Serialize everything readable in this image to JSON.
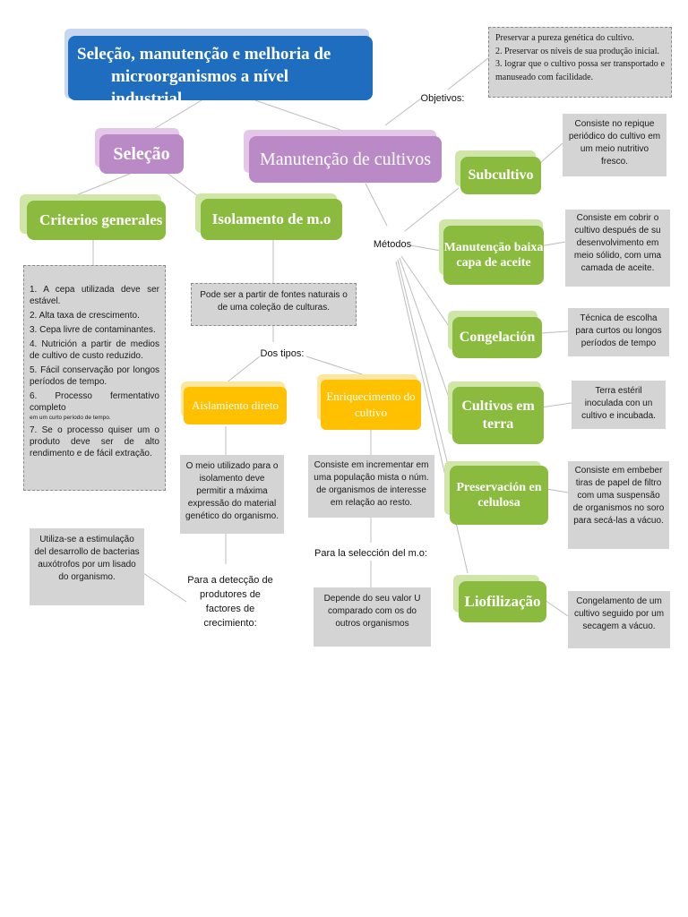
{
  "title": {
    "line1": "Seleção, manutenção e melhoria de",
    "line2": "microorganismos a nível industrial"
  },
  "selecao": "Seleção",
  "manutencao": "Manutenção de cultivos",
  "criterios": {
    "label": "Criterios generales",
    "items": [
      "1. A cepa utilizada deve ser estável.",
      "2. Alta taxa de crescimento.",
      "3. Cepa livre de contaminantes.",
      "4. Nutrición a partir de medios de cultivo de custo reduzido.",
      "5. Fácil conservação por longos períodos de tempo.",
      "6. Processo fermentativo completo",
      "em um curto período de tempo.",
      "7. Se o processo quiser um o produto deve ser de alto rendimento e de fácil extração."
    ]
  },
  "isolamento": {
    "label": "Isolamento de m.o",
    "note": "Pode ser a partir de fontes naturais o de uma coleção de culturas.",
    "dos_tipos": "Dos tipos:",
    "direto": {
      "label": "Aislamiento direto",
      "note": "O meio utilizado para o isolamento deve permitir a máxima expressão do material genético do organismo.",
      "deteccao": "Para a detecção de produtores de factores de crecimiento:",
      "estimulacao": "Utiliza-se a estimulação del desarrollo de bacterias auxótrofos por um lisado do organismo."
    },
    "enriquecimento": {
      "label": "Enriquecimento do cultivo",
      "note": "Consiste em incrementar em uma população mista o núm. de organismos de interesse em relação ao resto.",
      "selection": "Para la selección del m.o:",
      "depende": "Depende do seu valor U comparado com os do outros organismos"
    }
  },
  "objetivos": {
    "label": "Objetivos:",
    "items": [
      "Preservar a pureza genética do cultivo.",
      "2. Preservar os níveis de sua produção inicial.",
      "3. lograr que o cultivo possa ser transportado e manuseado com facilidade."
    ]
  },
  "metodos": {
    "label": "Métodos",
    "items": [
      {
        "label": "Subcultivo",
        "note": "Consiste no repique periódico do cultivo em um meio nutritivo fresco."
      },
      {
        "label": "Manutenção baixa capa de aceite",
        "note": "Consiste em cobrir o cultivo después de su desenvolvimento em meio sólido, com uma camada de aceite."
      },
      {
        "label": "Congelación",
        "note": "Técnica de escolha para curtos ou longos períodos de tempo"
      },
      {
        "label": "Cultivos em terra",
        "note": "Terra estéril inoculada con un cultivo e incubada."
      },
      {
        "label": "Preservación en celulosa",
        "note": "Consiste em embeber tiras de papel de filtro com uma suspensão de organismos no soro para secá-las a vácuo."
      },
      {
        "label": "Liofilização",
        "note": "Congelamento de um cultivo seguido por um secagem a vácuo."
      }
    ]
  }
}
